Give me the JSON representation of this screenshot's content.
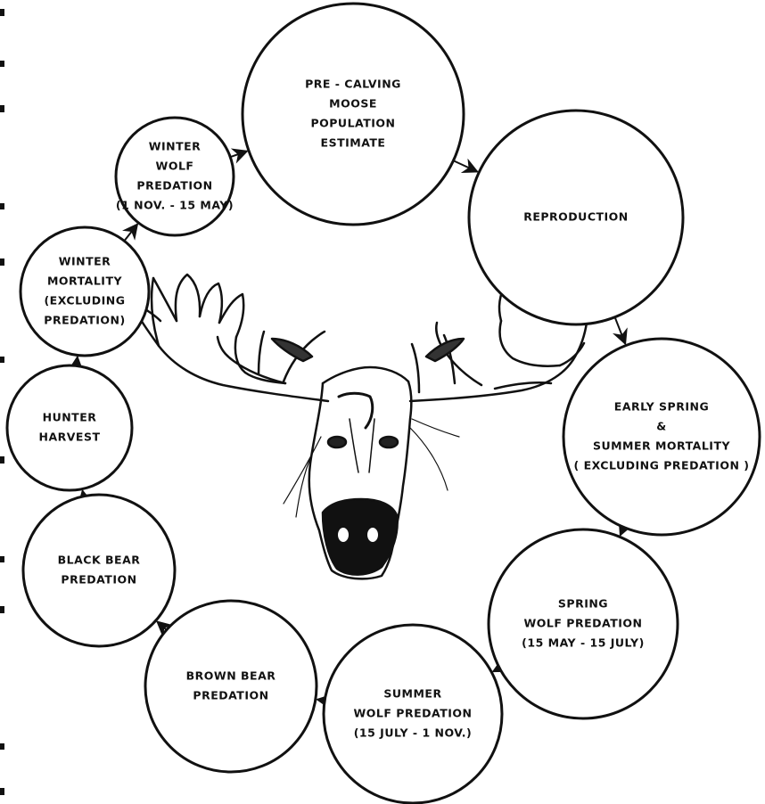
{
  "diagram": {
    "nodes": [
      {
        "id": "pre-calving",
        "lines": [
          "PRE - CALVING",
          "MOOSE",
          "POPULATION",
          "ESTIMATE"
        ]
      },
      {
        "id": "reproduction",
        "lines": [
          "REPRODUCTION"
        ]
      },
      {
        "id": "early-spring",
        "lines": [
          "EARLY SPRING",
          "&",
          "SUMMER MORTALITY",
          "( EXCLUDING PREDATION )"
        ]
      },
      {
        "id": "spring-wolf",
        "lines": [
          "SPRING",
          "WOLF PREDATION",
          "(15 MAY - 15 JULY)"
        ]
      },
      {
        "id": "summer-wolf",
        "lines": [
          "SUMMER",
          "WOLF PREDATION",
          "(15 JULY - 1 NOV.)"
        ]
      },
      {
        "id": "brown-bear",
        "lines": [
          "BROWN BEAR",
          "PREDATION"
        ]
      },
      {
        "id": "black-bear",
        "lines": [
          "BLACK BEAR",
          "PREDATION"
        ]
      },
      {
        "id": "hunter",
        "lines": [
          "HUNTER",
          "HARVEST"
        ]
      },
      {
        "id": "winter-mortality",
        "lines": [
          "WINTER",
          "MORTALITY",
          "(EXCLUDING",
          "PREDATION)"
        ]
      },
      {
        "id": "winter-wolf",
        "lines": [
          "WINTER",
          "WOLF",
          "PREDATION",
          "(1 NOV. - 15 MAY)"
        ]
      }
    ],
    "edges": [
      [
        "pre-calving",
        "reproduction"
      ],
      [
        "reproduction",
        "early-spring"
      ],
      [
        "early-spring",
        "spring-wolf"
      ],
      [
        "spring-wolf",
        "summer-wolf"
      ],
      [
        "summer-wolf",
        "brown-bear"
      ],
      [
        "brown-bear",
        "black-bear"
      ],
      [
        "black-bear",
        "hunter"
      ],
      [
        "hunter",
        "winter-mortality"
      ],
      [
        "winter-mortality",
        "winter-wolf"
      ],
      [
        "winter-wolf",
        "pre-calving"
      ]
    ],
    "center_image": "moose-head-illustration"
  }
}
